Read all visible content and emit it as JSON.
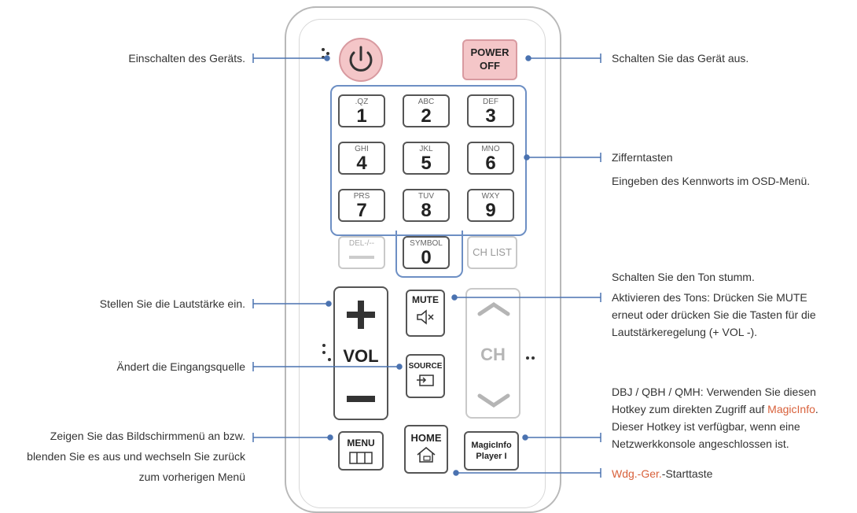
{
  "annotations": {
    "power_on": "Einschalten des Geräts.",
    "power_off": "Schalten Sie das Gerät aus.",
    "number_keys_title": "Zifferntasten",
    "number_keys_desc": "Eingeben des Kennworts im OSD-Menü.",
    "mute_title": "Schalten Sie den Ton stumm.",
    "mute_desc_1": "Aktivieren des Tons: Drücken Sie MUTE",
    "mute_desc_2": "erneut oder drücken Sie die Tasten für die",
    "mute_desc_3": "Lautstärkeregelung (+ VOL -).",
    "volume": "Stellen Sie die Lautstärke ein.",
    "source": "Ändert die Eingangsquelle",
    "magicinfo_1": "DBJ / QBH / QMH: Verwenden Sie diesen",
    "magicinfo_2a": "Hotkey zum direkten Zugriff auf ",
    "magicinfo_2b": "MagicInfo",
    "magicinfo_2c": ".",
    "magicinfo_3": "Dieser Hotkey ist verfügbar, wenn eine",
    "magicinfo_4": "Netzwerkkonsole angeschlossen ist.",
    "menu_1": "Zeigen Sie das Bildschirmmenü an bzw.",
    "menu_2": "blenden Sie es aus und wechseln Sie zurück",
    "menu_3": "zum vorherigen Menü",
    "home_a": "Wdg.-Ger.",
    "home_b": "-Starttaste"
  },
  "remote": {
    "power_off_1": "POWER",
    "power_off_2": "OFF",
    "keys": [
      {
        "sub": ".QZ",
        "num": "1"
      },
      {
        "sub": "ABC",
        "num": "2"
      },
      {
        "sub": "DEF",
        "num": "3"
      },
      {
        "sub": "GHI",
        "num": "4"
      },
      {
        "sub": "JKL",
        "num": "5"
      },
      {
        "sub": "MNO",
        "num": "6"
      },
      {
        "sub": "PRS",
        "num": "7"
      },
      {
        "sub": "TUV",
        "num": "8"
      },
      {
        "sub": "WXY",
        "num": "9"
      }
    ],
    "del": "DEL-/--",
    "symbol": "SYMBOL",
    "zero": "0",
    "ch_list": "CH LIST",
    "vol": "VOL",
    "mute": "MUTE",
    "ch": "CH",
    "source": "SOURCE",
    "menu": "MENU",
    "home": "HOME",
    "magicinfo_1": "MagicInfo",
    "magicinfo_2": "Player I"
  },
  "colors": {
    "callout_line": "#4a72b0",
    "number_frame": "#6d8fc4",
    "power_pink": "#f4c6c8",
    "accent": "#d8603a"
  },
  "icons": [
    "power-icon",
    "mute-speaker-icon",
    "source-input-icon",
    "menu-grid-icon",
    "home-icon",
    "plus-icon",
    "minus-icon",
    "chevron-up-icon",
    "chevron-down-icon"
  ]
}
